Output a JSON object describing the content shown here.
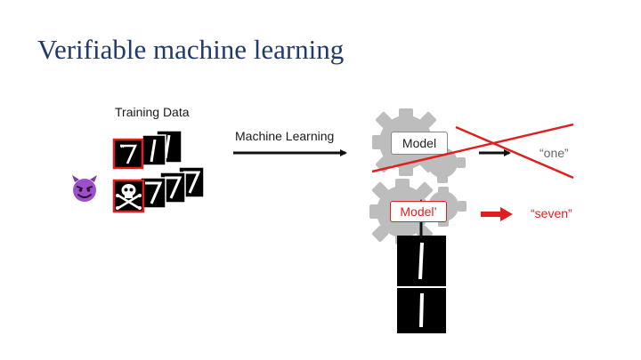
{
  "slide": {
    "title": "Verifiable machine learning"
  },
  "diagram": {
    "training_data_label": "Training Data",
    "ml_label": "Machine Learning",
    "model_label": "Model",
    "model_prime_label": "Model’",
    "output_one": "“one”",
    "output_seven": "“seven”",
    "icons": [
      "devil-emoji-icon",
      "skull-crossbones-icon",
      "gear-icon"
    ],
    "colors": {
      "title": "#1f3a6b",
      "attack": "#e02020",
      "gear": "#bdbdbd",
      "text": "#1a1a1a"
    }
  }
}
